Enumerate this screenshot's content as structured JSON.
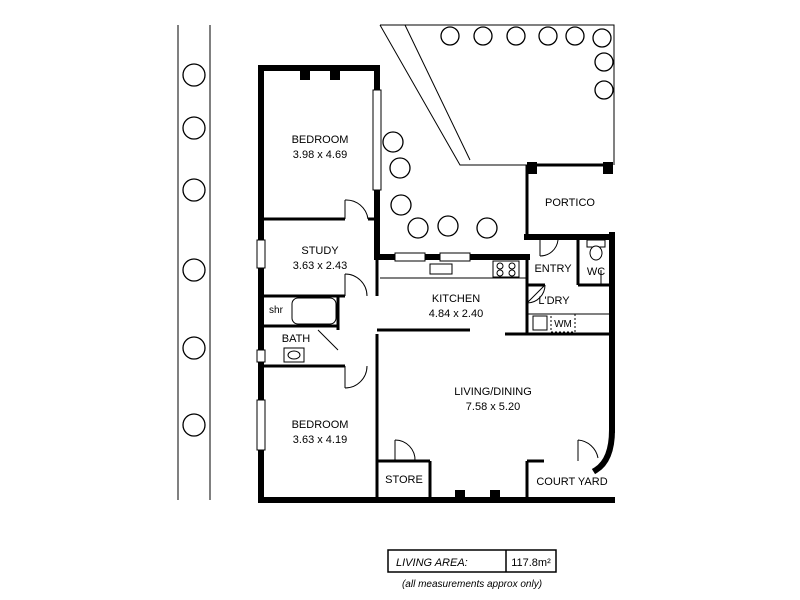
{
  "rooms": {
    "bedroom1": {
      "name": "BEDROOM",
      "size": "3.98 x 4.69"
    },
    "study": {
      "name": "STUDY",
      "size": "3.63 x 2.43"
    },
    "kitchen": {
      "name": "KITCHEN",
      "size": "4.84 x 2.40"
    },
    "living": {
      "name": "LIVING/DINING",
      "size": "7.58 x 5.20"
    },
    "bedroom2": {
      "name": "BEDROOM",
      "size": "3.63 x 4.19"
    },
    "bath": {
      "name": "BATH"
    },
    "shr": {
      "name": "shr"
    },
    "entry": {
      "name": "ENTRY"
    },
    "ldry": {
      "name": "L'DRY"
    },
    "wc": {
      "name": "WC"
    },
    "wm": {
      "name": "WM"
    },
    "store": {
      "name": "STORE"
    },
    "portico": {
      "name": "PORTICO"
    },
    "courtyard": {
      "name": "COURT YARD"
    }
  },
  "area": {
    "label": "LIVING AREA:",
    "value": "117.8m²",
    "note": "(all measurements approx only)"
  }
}
